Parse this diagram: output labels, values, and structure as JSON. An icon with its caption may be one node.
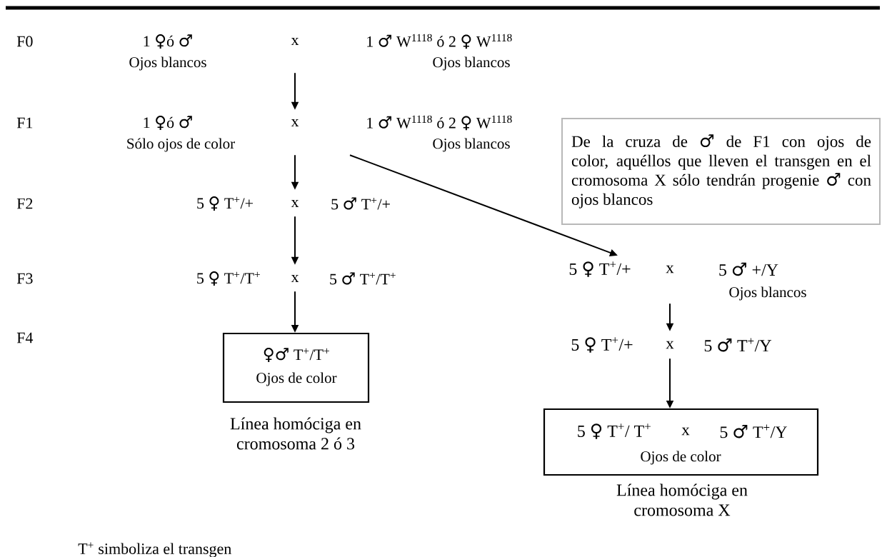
{
  "diagram": {
    "nodes": [
      {
        "text": [
          "1 ♀ó ♂",
          "Ojos blancos",
          "x",
          "1 ♂ W$^{1118}$ ó 2 ♀ W$^{1118}$",
          "Ojos blancos"
        ]
      },
      {
        "text": [
          "1 ♀ó ♂",
          "Sólo ojos de color",
          "x",
          "1 ♂ W$^{1118}$ ó 2 ♀ W$^{1118}$",
          "Ojos blancos"
        ]
      },
      {
        "text": [
          "5 ♀  T$^{+}$/+",
          "x",
          "5 ♂ T$^{+}$/+"
        ]
      },
      {
        "text": [
          "5 ♀  T$^{+}$/T$^{+}$",
          "x",
          "5 ♂ T$^{+}$/T$^{+}$"
        ]
      },
      {
        "text": [
          "♀♂  T$^{+}$/T$^{+}$",
          "Ojos de color"
        ],
        "beside": [
          "Línea homóciga en cromosoma 2 ó 3"
        ]
      },
      {
        "text": [
          "De la cruza de ♂ de F1 con ojos de color, aquéllos que lleven el transgen en el cromosoma X sólo tendrán progenie ♂ con ojos blancos"
        ]
      },
      {
        "text": [
          "5 ♀ T$^{+}$/+",
          "x",
          "5 ♂ +/Y",
          "Ojos blancos"
        ]
      },
      {
        "text": [
          "5 ♀  T$^{+}$/+",
          "x",
          "5 ♂ T$^{+}$/Y"
        ]
      },
      {
        "text": [
          "5 ♀ T$^{+}$/ T$^{+}$",
          "x",
          "5 ♂ T$^{+}$/Y",
          "Ojos de color"
        ],
        "beside": [
          "Línea homóciga en cromosoma X"
        ]
      }
    ],
    "edges": [
      {
        "from": 0,
        "to": 1,
        "arrow": "to"
      },
      {
        "from": 1,
        "to": 2,
        "arrow": "to"
      },
      {
        "from": 2,
        "to": 3,
        "arrow": "to"
      },
      {
        "from": 3,
        "to": 4,
        "arrow": "to"
      },
      {
        "from": 1,
        "to": 6,
        "arrow": "to"
      },
      {
        "from": 6,
        "to": 7,
        "arrow": "to"
      },
      {
        "from": 7,
        "to": 8,
        "arrow": "to"
      }
    ],
    "labels": [
      "F0",
      "F1",
      "F2",
      "F3",
      "F4",
      "T$^{+}$ simboliza el transgen"
    ]
  }
}
